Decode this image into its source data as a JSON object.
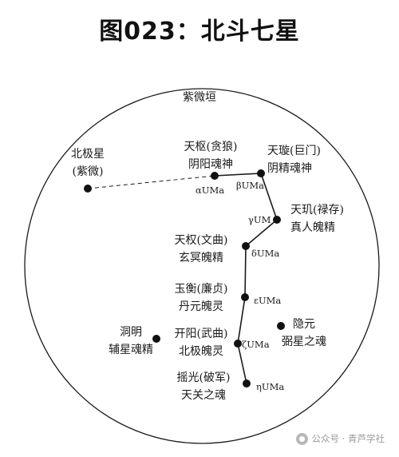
{
  "title": "图023：北斗七星",
  "circle_label": "紫微垣",
  "stars": [
    {
      "id": "polaris",
      "lines": [
        "北极星",
        "(紫微)"
      ],
      "greek": ""
    },
    {
      "id": "dubhe",
      "lines": [
        "天枢(贪狼)",
        "阴阳魂神"
      ],
      "greek": "αUMa"
    },
    {
      "id": "merak",
      "lines": [
        "天璇(巨门)",
        "阴精魂神"
      ],
      "greek": "βUMa"
    },
    {
      "id": "phecda",
      "lines": [
        "天玑(禄存)",
        "真人魄精"
      ],
      "greek": "γUM"
    },
    {
      "id": "megrez",
      "lines": [
        "天权(文曲)",
        "玄冥魄精"
      ],
      "greek": "δUMa"
    },
    {
      "id": "alioth",
      "lines": [
        "玉衡(廉贞)",
        "丹元魄灵"
      ],
      "greek": "εUMa"
    },
    {
      "id": "mizar",
      "lines": [
        "开阳(武曲)",
        "北极魄灵"
      ],
      "greek": "ζUMa"
    },
    {
      "id": "alkaid",
      "lines": [
        "摇光(破军)",
        "天关之魂"
      ],
      "greek": "ηUMa"
    },
    {
      "id": "alcor",
      "lines": [
        "洞明",
        "辅星魂精"
      ],
      "greek": ""
    },
    {
      "id": "hidden",
      "lines": [
        "隐元",
        "弼星之魂"
      ],
      "greek": ""
    }
  ],
  "watermark": "公众号 · 青芦学社"
}
